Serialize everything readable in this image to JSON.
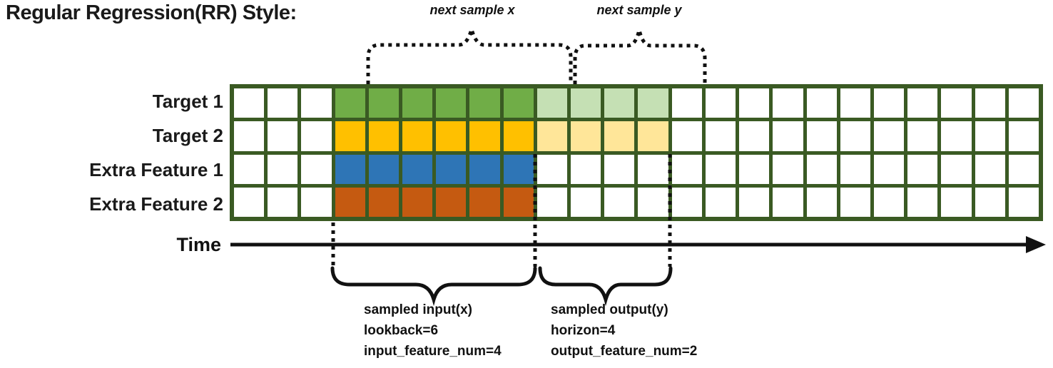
{
  "title": "Regular Regression(RR) Style:",
  "top_annotations": {
    "next_sample_x": "next sample x",
    "next_sample_y": "next sample y"
  },
  "time_axis": {
    "label": "Time"
  },
  "grid": {
    "columns": 24,
    "lead_in_columns": 3,
    "lookback": 6,
    "horizon": 4,
    "stride": 1,
    "border_color": "#3A5A23",
    "empty_cell_color": "#ffffff",
    "rows": [
      {
        "label": "Target 1",
        "input_color": "#70AD47",
        "output_color": "#C5E0B4"
      },
      {
        "label": "Target 2",
        "input_color": "#FFC000",
        "output_color": "#FFE699"
      },
      {
        "label": "Extra Feature 1",
        "input_color": "#2E75B6",
        "output_color": null
      },
      {
        "label": "Extra Feature 2",
        "input_color": "#C55A11",
        "output_color": null
      }
    ]
  },
  "captions": {
    "sampled_input": {
      "lines": [
        "sampled input(x)",
        "lookback=6",
        "input_feature_num=4"
      ]
    },
    "sampled_output": {
      "lines": [
        "sampled output(y)",
        "horizon=4",
        "output_feature_num=2"
      ]
    }
  },
  "line_color": "#111111"
}
